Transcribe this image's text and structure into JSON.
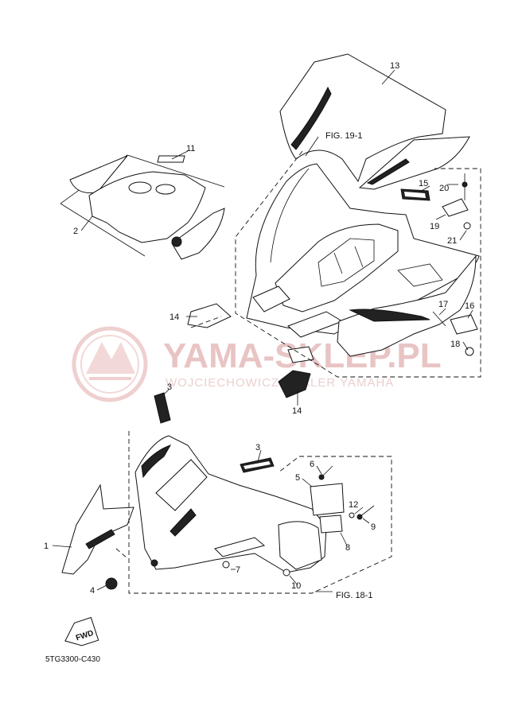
{
  "diagram": {
    "callouts": [
      {
        "id": "c1",
        "text": "1"
      },
      {
        "id": "c2",
        "text": "2"
      },
      {
        "id": "c3a",
        "text": "3"
      },
      {
        "id": "c3b",
        "text": "3"
      },
      {
        "id": "c4",
        "text": "4"
      },
      {
        "id": "c5",
        "text": "5"
      },
      {
        "id": "c6",
        "text": "6"
      },
      {
        "id": "c7",
        "text": "7"
      },
      {
        "id": "c8",
        "text": "8"
      },
      {
        "id": "c9",
        "text": "9"
      },
      {
        "id": "c10",
        "text": "10"
      },
      {
        "id": "c11",
        "text": "11"
      },
      {
        "id": "c12",
        "text": "12"
      },
      {
        "id": "c13",
        "text": "13"
      },
      {
        "id": "c14a",
        "text": "14"
      },
      {
        "id": "c14b",
        "text": "14"
      },
      {
        "id": "c15",
        "text": "15"
      },
      {
        "id": "c16",
        "text": "16"
      },
      {
        "id": "c17",
        "text": "17"
      },
      {
        "id": "c18",
        "text": "18"
      },
      {
        "id": "c19",
        "text": "19"
      },
      {
        "id": "c20",
        "text": "20"
      },
      {
        "id": "c21",
        "text": "21"
      }
    ],
    "figure_refs": {
      "top": "FIG. 19-1",
      "bottom": "FIG. 18-1"
    },
    "direction_label": "FWD",
    "diagram_code": "5TG3300-C430"
  },
  "watermark": {
    "brand": "YAMA-SKLEP.PL",
    "tagline": "WOJCIECHOWICZ DEALER YAMAHA",
    "color": "#e6b8b8"
  }
}
